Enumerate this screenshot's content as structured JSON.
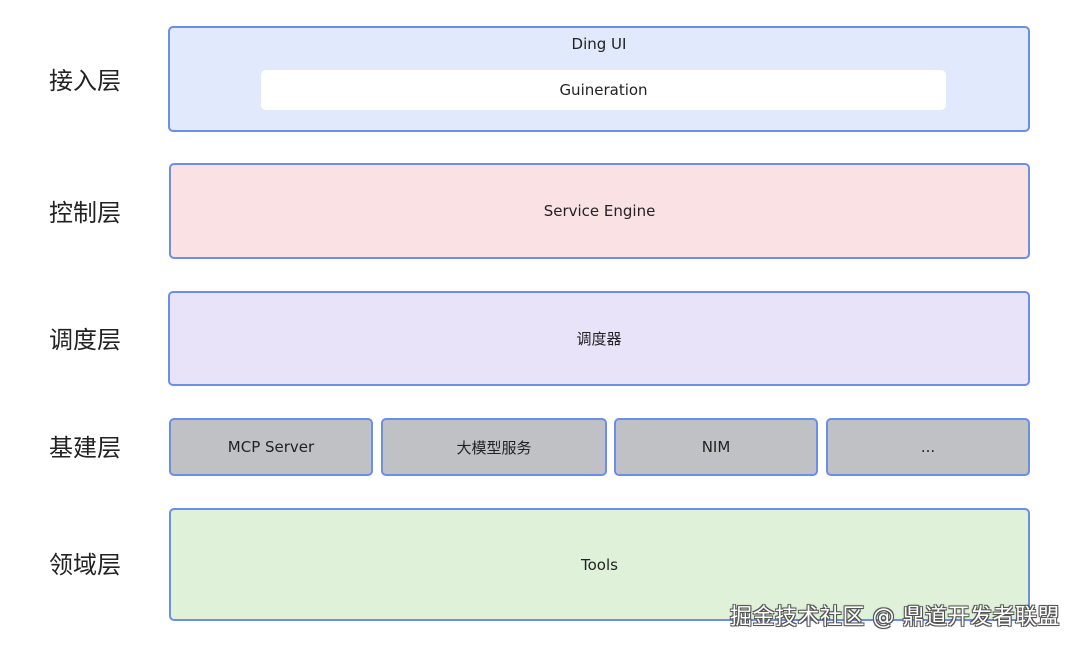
{
  "layers": {
    "access": {
      "label": "接入层",
      "outer": "Ding UI",
      "inner": "Guineration"
    },
    "control": {
      "label": "控制层",
      "box": "Service Engine"
    },
    "schedule": {
      "label": "调度层",
      "box": "调度器"
    },
    "infra": {
      "label": "基建层",
      "boxes": [
        "MCP Server",
        "大模型服务",
        "NIM",
        "..."
      ]
    },
    "domain": {
      "label": "领域层",
      "box": "Tools"
    }
  },
  "watermark": "掘金技术社区 @ 鼎道开发者联盟",
  "colors": {
    "border": "#6b8ee6",
    "access_fill": "#e1e9fc",
    "control_fill": "#fae1e3",
    "schedule_fill": "#e8e3f9",
    "infra_fill": "#c0c1c5",
    "domain_fill": "#dff2d9"
  }
}
